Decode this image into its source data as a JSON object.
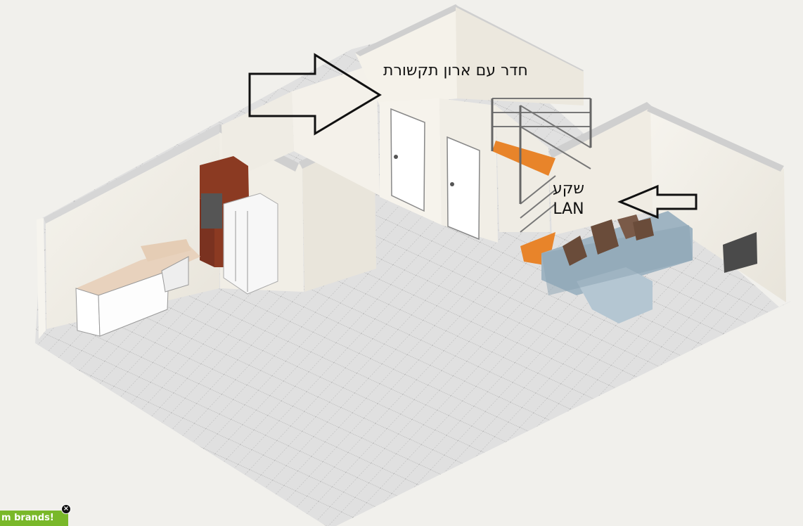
{
  "annotations": {
    "comm_room_label": "חדר עם ארון תקשורת",
    "lan_label_line1": "שקע",
    "lan_label_line2": "LAN"
  },
  "promo_banner": {
    "text": "m brands!",
    "close_icon": "close-icon"
  },
  "colors": {
    "background": "#f1f0ec",
    "floor": "#e0e0e0",
    "wall": "#f3f0e8",
    "wall_top": "#d0d0d0",
    "cabinet_wood": "#8b3a22",
    "stair_orange": "#e8842a",
    "sofa": "#9fb4c2",
    "promo_green": "#79b829"
  }
}
